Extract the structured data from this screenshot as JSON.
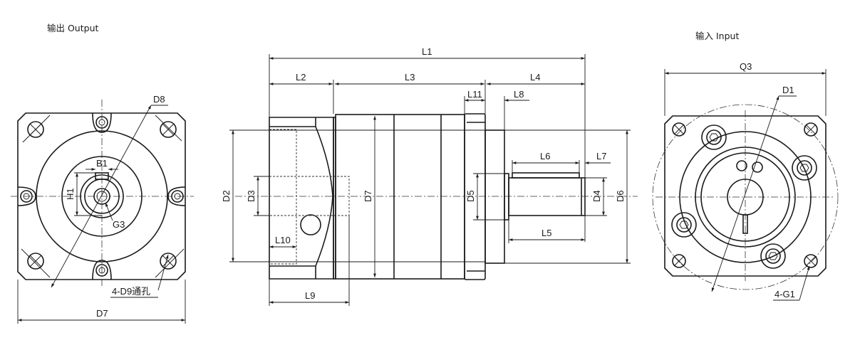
{
  "views": {
    "output": {
      "title": "输出 Output",
      "labels": {
        "D8": "D8",
        "B1": "B1",
        "H1": "H1",
        "G3": "G3",
        "D9": "4-D9通孔",
        "D7": "D7"
      }
    },
    "side": {
      "labels": {
        "L1": "L1",
        "L2": "L2",
        "L3": "L3",
        "L4": "L4",
        "L11": "L11",
        "L8": "L8",
        "L6": "L6",
        "L7": "L7",
        "L5": "L5",
        "L9": "L9",
        "L10": "L10",
        "D2": "D2",
        "D3": "D3",
        "D7": "D7",
        "D5": "D5",
        "D4": "D4",
        "D6": "D6"
      }
    },
    "input": {
      "title": "输入 Input",
      "labels": {
        "Q3": "Q3",
        "D1": "D1",
        "G1": "4-G1"
      }
    }
  }
}
